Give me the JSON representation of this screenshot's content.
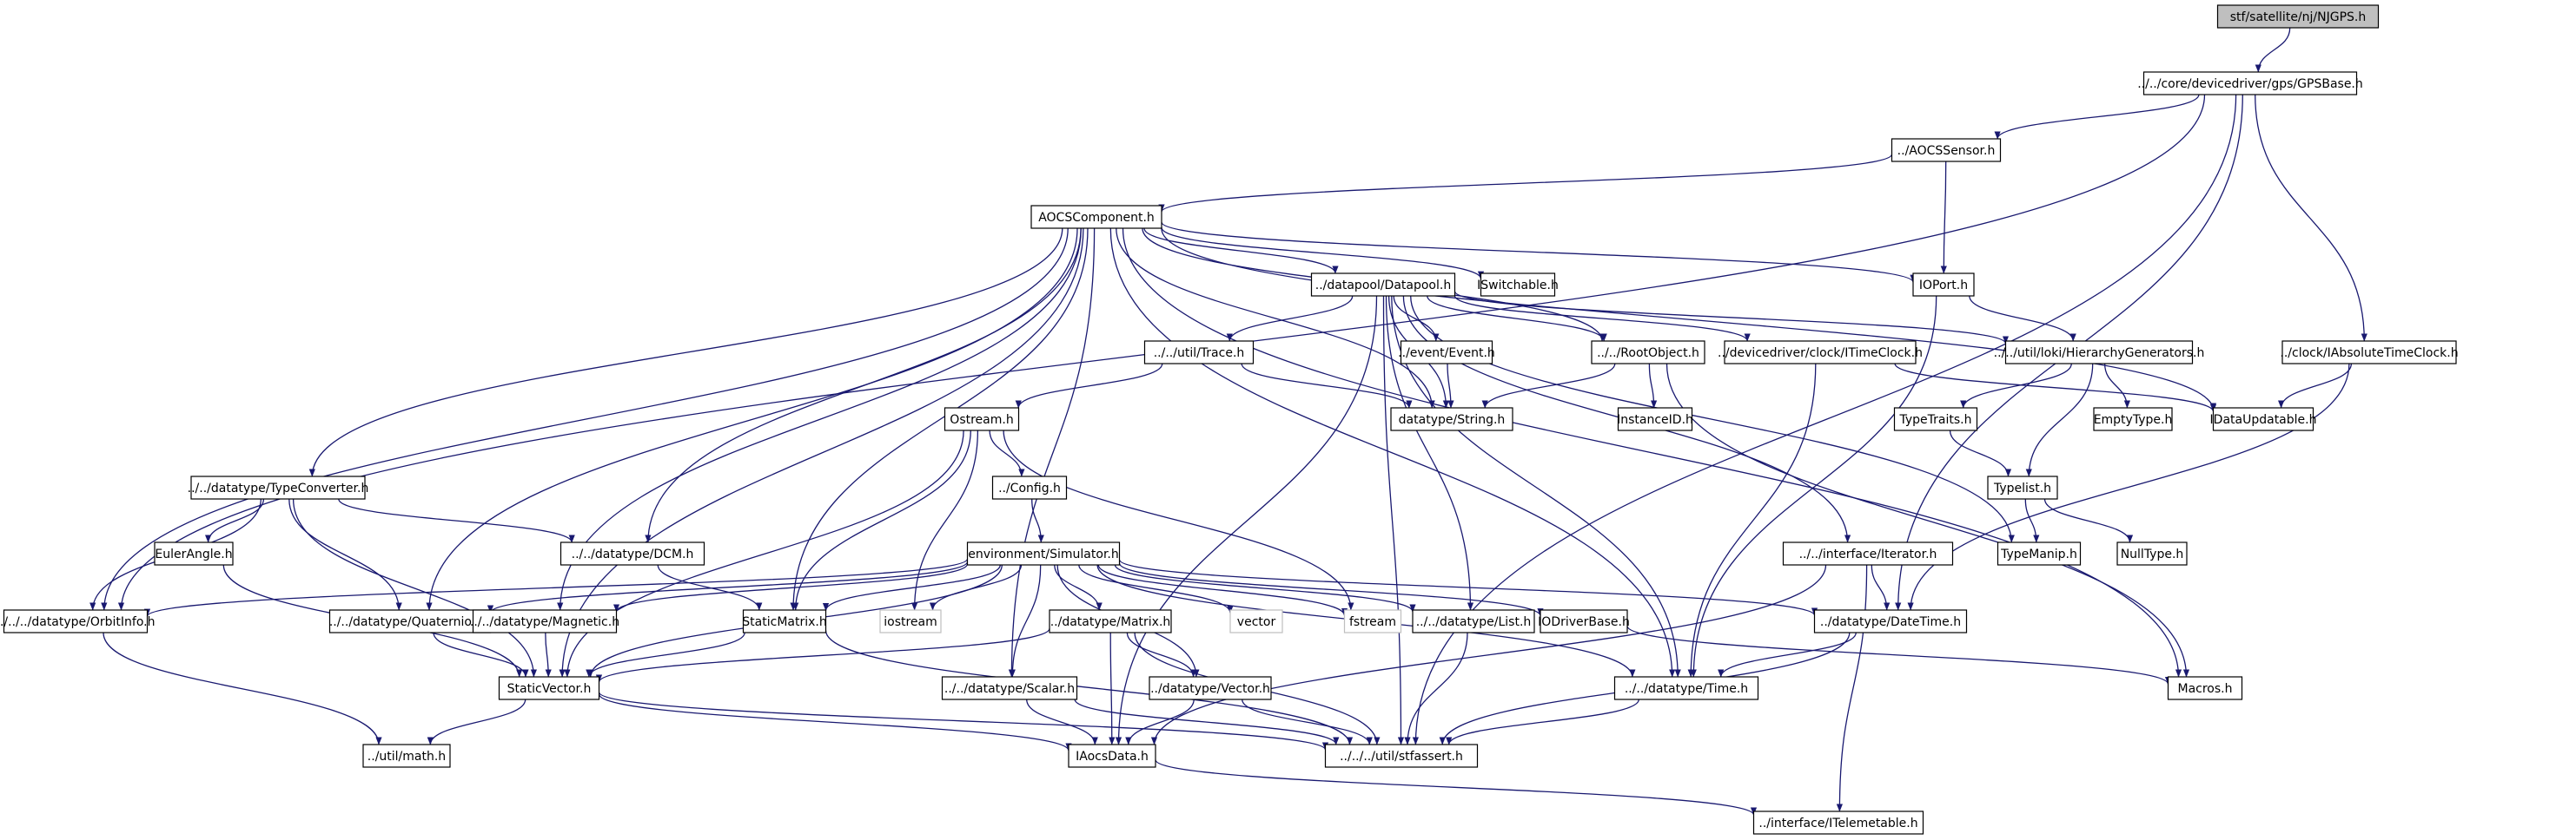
{
  "diagram": {
    "colors": {
      "edge": "#191970",
      "root_fill": "#bfbfbf",
      "node_border": "#000000",
      "ghost_border": "#bfbfbf",
      "background": "#ffffff"
    },
    "nodes": [
      {
        "id": "root",
        "label": "stf/satellite/nj/NJGPS.h",
        "style": "root"
      },
      {
        "id": "gpsbase",
        "label": "../../core/devicedriver/gps/GPSBase.h"
      },
      {
        "id": "aocssensor",
        "label": "../AOCSSensor.h"
      },
      {
        "id": "aocscomp",
        "label": "AOCSComponent.h"
      },
      {
        "id": "datapool",
        "label": "../datapool/Datapool.h"
      },
      {
        "id": "iswitch",
        "label": "ISwitchable.h"
      },
      {
        "id": "ioport",
        "label": "IOPort.h"
      },
      {
        "id": "trace",
        "label": "../../util/Trace.h"
      },
      {
        "id": "event",
        "label": "../event/Event.h"
      },
      {
        "id": "rootobj",
        "label": "../../RootObject.h"
      },
      {
        "id": "itimeclock",
        "label": "../devicedriver/clock/ITimeClock.h"
      },
      {
        "id": "hiergen",
        "label": "../../util/loki/HierarchyGenerators.h"
      },
      {
        "id": "iabsclock",
        "label": "../clock/IAbsoluteTimeClock.h"
      },
      {
        "id": "ostream",
        "label": "Ostream.h"
      },
      {
        "id": "string",
        "label": "datatype/String.h"
      },
      {
        "id": "instanceid",
        "label": "InstanceID.h"
      },
      {
        "id": "typetraits",
        "label": "TypeTraits.h"
      },
      {
        "id": "emptytype",
        "label": "EmptyType.h"
      },
      {
        "id": "idataupd",
        "label": "IDataUpdatable.h"
      },
      {
        "id": "typeconv",
        "label": "../../datatype/TypeConverter.h"
      },
      {
        "id": "config",
        "label": "../Config.h"
      },
      {
        "id": "typelist",
        "label": "Typelist.h"
      },
      {
        "id": "eulerangle",
        "label": "EulerAngle.h"
      },
      {
        "id": "dcm",
        "label": "../../datatype/DCM.h"
      },
      {
        "id": "simulator",
        "label": "environment/Simulator.h"
      },
      {
        "id": "iterator",
        "label": "../../interface/Iterator.h"
      },
      {
        "id": "typemanip",
        "label": "TypeManip.h"
      },
      {
        "id": "nulltype",
        "label": "NullType.h"
      },
      {
        "id": "orbitinfo",
        "label": "../../../datatype/OrbitInfo.h"
      },
      {
        "id": "quaternion",
        "label": "../../datatype/Quaternion.h"
      },
      {
        "id": "magnetic",
        "label": "../../datatype/Magnetic.h"
      },
      {
        "id": "staticmatrix",
        "label": "StaticMatrix.h"
      },
      {
        "id": "iostream",
        "label": "iostream",
        "style": "ghost"
      },
      {
        "id": "matrix",
        "label": "../datatype/Matrix.h"
      },
      {
        "id": "vector",
        "label": "vector",
        "style": "ghost"
      },
      {
        "id": "fstream",
        "label": "fstream",
        "style": "ghost"
      },
      {
        "id": "list",
        "label": "../../datatype/List.h"
      },
      {
        "id": "iodriverbase",
        "label": "IODriverBase.h"
      },
      {
        "id": "datetime",
        "label": "../datatype/DateTime.h"
      },
      {
        "id": "staticvector",
        "label": "StaticVector.h"
      },
      {
        "id": "vectorh",
        "label": "../datatype/Vector.h"
      },
      {
        "id": "timeh",
        "label": "../../datatype/Time.h"
      },
      {
        "id": "macros",
        "label": "Macros.h"
      },
      {
        "id": "scalar",
        "label": "../../datatype/Scalar.h"
      },
      {
        "id": "math",
        "label": "../util/math.h"
      },
      {
        "id": "iaocsdata",
        "label": "IAocsData.h"
      },
      {
        "id": "stfassert",
        "label": "../../../util/stfassert.h"
      },
      {
        "id": "itelemetable",
        "label": "../interface/ITelemetable.h"
      }
    ],
    "edges": [
      [
        "root",
        "gpsbase"
      ],
      [
        "gpsbase",
        "aocssensor"
      ],
      [
        "gpsbase",
        "iabsclock"
      ],
      [
        "gpsbase",
        "orbitinfo"
      ],
      [
        "gpsbase",
        "datetime"
      ],
      [
        "gpsbase",
        "stfassert"
      ],
      [
        "aocssensor",
        "aocscomp"
      ],
      [
        "aocssensor",
        "ioport"
      ],
      [
        "aocscomp",
        "datapool"
      ],
      [
        "aocscomp",
        "iswitch"
      ],
      [
        "aocscomp",
        "ioport"
      ],
      [
        "aocscomp",
        "rootobj"
      ],
      [
        "aocscomp",
        "string"
      ],
      [
        "aocscomp",
        "idataupd"
      ],
      [
        "aocscomp",
        "typeconv"
      ],
      [
        "aocscomp",
        "dcm"
      ],
      [
        "aocscomp",
        "orbitinfo"
      ],
      [
        "aocscomp",
        "quaternion"
      ],
      [
        "aocscomp",
        "magnetic"
      ],
      [
        "aocscomp",
        "staticvector"
      ],
      [
        "aocscomp",
        "scalar"
      ],
      [
        "aocscomp",
        "timeh"
      ],
      [
        "aocscomp",
        "macros"
      ],
      [
        "aocscomp",
        "staticmatrix"
      ],
      [
        "datapool",
        "trace"
      ],
      [
        "datapool",
        "event"
      ],
      [
        "datapool",
        "rootobj"
      ],
      [
        "datapool",
        "itimeclock"
      ],
      [
        "datapool",
        "hiergen"
      ],
      [
        "datapool",
        "string"
      ],
      [
        "datapool",
        "iterator"
      ],
      [
        "datapool",
        "typemanip"
      ],
      [
        "datapool",
        "list"
      ],
      [
        "datapool",
        "timeh"
      ],
      [
        "datapool",
        "iaocsdata"
      ],
      [
        "datapool",
        "stfassert"
      ],
      [
        "ioport",
        "hiergen"
      ],
      [
        "ioport",
        "timeh"
      ],
      [
        "trace",
        "ostream"
      ],
      [
        "trace",
        "string"
      ],
      [
        "event",
        "string"
      ],
      [
        "rootobj",
        "string"
      ],
      [
        "rootobj",
        "instanceid"
      ],
      [
        "rootobj",
        "macros"
      ],
      [
        "itimeclock",
        "idataupd"
      ],
      [
        "itimeclock",
        "timeh"
      ],
      [
        "hiergen",
        "typetraits"
      ],
      [
        "hiergen",
        "emptytype"
      ],
      [
        "hiergen",
        "typelist"
      ],
      [
        "iabsclock",
        "idataupd"
      ],
      [
        "iabsclock",
        "datetime"
      ],
      [
        "ostream",
        "config"
      ],
      [
        "ostream",
        "iostream"
      ],
      [
        "ostream",
        "fstream"
      ],
      [
        "ostream",
        "staticmatrix"
      ],
      [
        "ostream",
        "staticvector"
      ],
      [
        "typetraits",
        "typelist"
      ],
      [
        "typelist",
        "typemanip"
      ],
      [
        "typelist",
        "nulltype"
      ],
      [
        "typeconv",
        "eulerangle"
      ],
      [
        "typeconv",
        "dcm"
      ],
      [
        "typeconv",
        "orbitinfo"
      ],
      [
        "typeconv",
        "quaternion"
      ],
      [
        "typeconv",
        "staticvector"
      ],
      [
        "config",
        "simulator"
      ],
      [
        "eulerangle",
        "staticvector"
      ],
      [
        "dcm",
        "staticmatrix"
      ],
      [
        "simulator",
        "orbitinfo"
      ],
      [
        "simulator",
        "quaternion"
      ],
      [
        "simulator",
        "magnetic"
      ],
      [
        "simulator",
        "staticmatrix"
      ],
      [
        "simulator",
        "iostream"
      ],
      [
        "simulator",
        "matrix"
      ],
      [
        "simulator",
        "vector"
      ],
      [
        "simulator",
        "fstream"
      ],
      [
        "simulator",
        "list"
      ],
      [
        "simulator",
        "iodriverbase"
      ],
      [
        "simulator",
        "datetime"
      ],
      [
        "simulator",
        "staticvector"
      ],
      [
        "simulator",
        "vectorh"
      ],
      [
        "simulator",
        "timeh"
      ],
      [
        "simulator",
        "scalar"
      ],
      [
        "iterator",
        "datetime"
      ],
      [
        "iterator",
        "iaocsdata"
      ],
      [
        "iterator",
        "itelemetable"
      ],
      [
        "orbitinfo",
        "math"
      ],
      [
        "quaternion",
        "staticvector"
      ],
      [
        "magnetic",
        "staticvector"
      ],
      [
        "staticmatrix",
        "staticvector"
      ],
      [
        "staticmatrix",
        "stfassert"
      ],
      [
        "matrix",
        "staticvector"
      ],
      [
        "matrix",
        "vectorh"
      ],
      [
        "matrix",
        "iaocsdata"
      ],
      [
        "matrix",
        "stfassert"
      ],
      [
        "list",
        "stfassert"
      ],
      [
        "iodriverbase",
        "macros"
      ],
      [
        "datetime",
        "timeh"
      ],
      [
        "datetime",
        "stfassert"
      ],
      [
        "staticvector",
        "math"
      ],
      [
        "staticvector",
        "iaocsdata"
      ],
      [
        "staticvector",
        "stfassert"
      ],
      [
        "vectorh",
        "iaocsdata"
      ],
      [
        "vectorh",
        "stfassert"
      ],
      [
        "timeh",
        "stfassert"
      ],
      [
        "scalar",
        "iaocsdata"
      ],
      [
        "scalar",
        "stfassert"
      ],
      [
        "iaocsdata",
        "itelemetable"
      ]
    ]
  }
}
